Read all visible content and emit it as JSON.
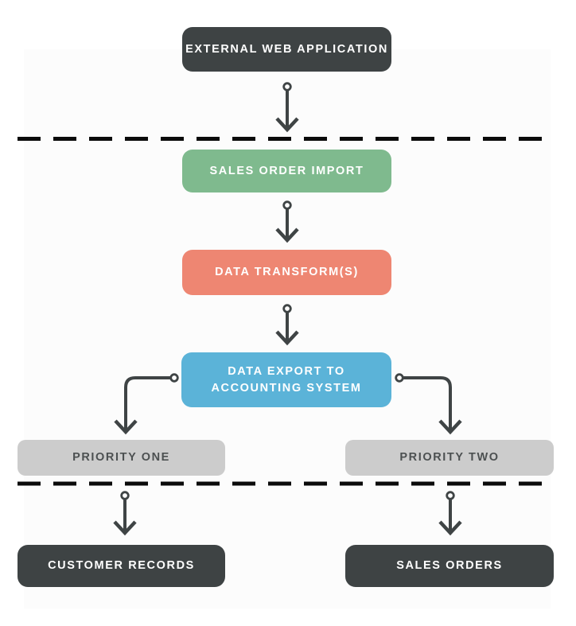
{
  "diagram": {
    "nodes": {
      "external_web_application": {
        "label": "EXTERNAL WEB APPLICATION"
      },
      "sales_order_import": {
        "label": "SALES ORDER IMPORT"
      },
      "data_transforms": {
        "label": "DATA TRANSFORM(S)"
      },
      "data_export": {
        "label_line1": "DATA EXPORT TO",
        "label_line2": "ACCOUNTING SYSTEM"
      },
      "priority_one": {
        "label": "PRIORITY ONE"
      },
      "priority_two": {
        "label": "PRIORITY TWO"
      },
      "customer_records": {
        "label": "CUSTOMER RECORDS"
      },
      "sales_orders": {
        "label": "SALES ORDERS"
      }
    },
    "colors": {
      "background": "#ffffff",
      "panel": "#fcfcfc",
      "dark_box": "#3e4344",
      "green_box": "#7fba8e",
      "salmon_box": "#ee8672",
      "blue_box": "#5bb3d8",
      "gray_box": "#cccccc",
      "gray_box_text": "#4c5051",
      "box_text": "#ffffff",
      "arrow": "#3f4445",
      "dashed_line": "#0b0b0b"
    }
  }
}
